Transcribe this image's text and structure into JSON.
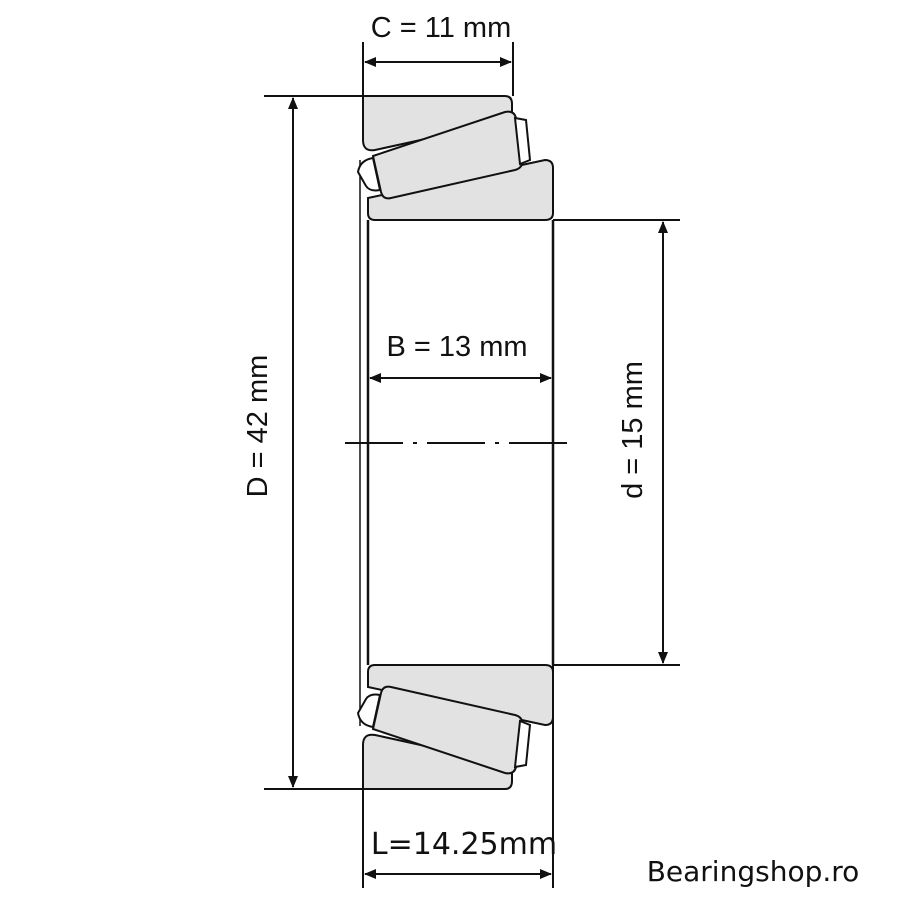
{
  "diagram": {
    "labels": {
      "C": "C = 11 mm",
      "D": "D = 42 mm",
      "B": "B = 13 mm",
      "d": "d = 15 mm",
      "L": "L=14.25mm"
    },
    "watermark": "Bearingshop.ro",
    "colors": {
      "line": "#111111",
      "fill": "#e2e2e2",
      "background": "#ffffff"
    }
  }
}
